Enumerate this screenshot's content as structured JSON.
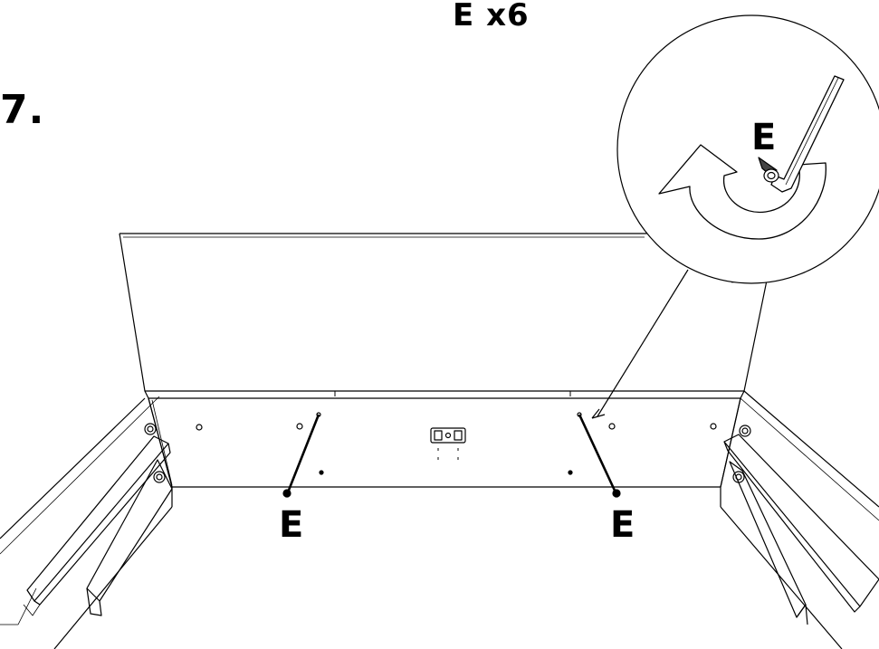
{
  "header": {
    "quantity": "E x6",
    "step_number": "7."
  },
  "callouts": {
    "zoom_label": "E",
    "left_bolt_label": "E",
    "right_bolt_label": "E"
  },
  "colors": {
    "ink": "#000000",
    "paper": "#ffffff"
  },
  "icons": {
    "rotation_arrow": "clockwise-arrow-icon",
    "tool": "allen-key-icon",
    "fastener": "bolt-icon"
  }
}
